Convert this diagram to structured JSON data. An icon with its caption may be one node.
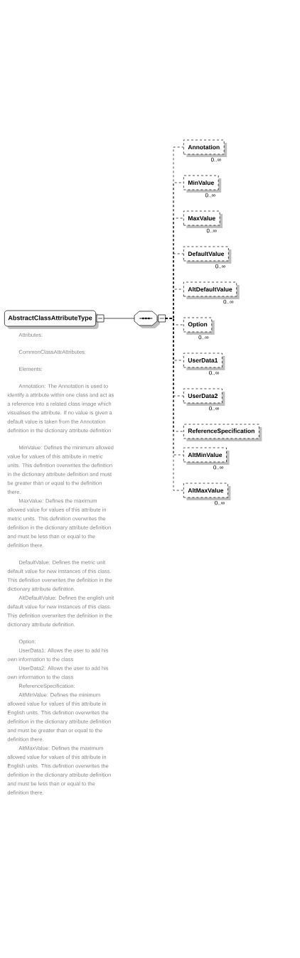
{
  "diagram": {
    "nodes": [
      {
        "text": [
          "AbstractClassAttributeType"
        ],
        "beside": [
          "Attributes:",
          "CommonClassAttrAttributes:",
          "Elements:",
          "Annotation: The Annotation is used to identify a attribute within one class and act as a reference into a related class image which visualises the attribute. If no value is given a default value is taken from the Annotation definition in the dictionary attribute definition",
          "MinValue: Defines the minimum allowed value for values of this attribute in metric units. This definition overwrites the definition in the dictionary attribute definition and must be greater than or equal to the definition there.",
          "MaxValue: Defines the maximum allowed value for values of this attribute in metric units. This definition overwrites the definition in the dictionary attribute definition and must be less than or equal to the definition there.",
          "DefaultValue: Defines the metric unit default value for new instances of this class. This definition overwrites the definition in the dictionary attribute definition.",
          "AltDefaultValue: Defines the english unit default value for new instances of this class. This definition overwrites the definition in the dictionary attribute definition.",
          "Option:",
          "UserData1: Allows the user to add his own information to the class",
          "UserData2: Allows the user to add his own information to the class",
          "ReferenceSpecification:",
          "AltMinValue: Defines the minimum allowed value for values of this attribute in English units. This definition overwrites the definition in the dictionary attribute definition and must be greater than or equal to the definition there.",
          "AltMaxValue: Defines the maximum allowed value for values of this attribute in English units. This definition overwrites the definition in the dictionary attribute definition and must be less than or equal to the definition there."
        ]
      },
      {
        "text": [],
        "shape": "octagon"
      },
      {
        "text": [
          "Annotation"
        ],
        "beside": [
          "0..∞"
        ]
      },
      {
        "text": [
          "MinValue"
        ],
        "beside": [
          "0..∞"
        ]
      },
      {
        "text": [
          "MaxValue"
        ],
        "beside": [
          "0..∞"
        ]
      },
      {
        "text": [
          "DefaultValue"
        ],
        "beside": [
          "0..∞"
        ]
      },
      {
        "text": [
          "AltDefaultValue"
        ],
        "beside": [
          "0..∞"
        ]
      },
      {
        "text": [
          "Option"
        ],
        "beside": [
          "0..∞"
        ]
      },
      {
        "text": [
          "UserData1"
        ],
        "beside": [
          "0..∞"
        ]
      },
      {
        "text": [
          "UserData2"
        ],
        "beside": [
          "0..∞"
        ]
      },
      {
        "text": [
          "ReferenceSpecification"
        ]
      },
      {
        "text": [
          "AltMinValue"
        ],
        "beside": [
          "0..∞"
        ]
      },
      {
        "text": [
          "AltMaxValue"
        ],
        "beside": [
          "0..∞"
        ]
      }
    ],
    "edges": [
      {
        "from": 0,
        "to": 1,
        "arrow": "none"
      },
      {
        "from": 1,
        "to": 2,
        "arrow": "none",
        "style": "dashed"
      },
      {
        "from": 1,
        "to": 3,
        "arrow": "none",
        "style": "dashed"
      },
      {
        "from": 1,
        "to": 4,
        "arrow": "none",
        "style": "dashed"
      },
      {
        "from": 1,
        "to": 5,
        "arrow": "none",
        "style": "dashed"
      },
      {
        "from": 1,
        "to": 6,
        "arrow": "none",
        "style": "dashed"
      },
      {
        "from": 1,
        "to": 7,
        "arrow": "none",
        "style": "dashed"
      },
      {
        "from": 1,
        "to": 8,
        "arrow": "none",
        "style": "dashed"
      },
      {
        "from": 1,
        "to": 9,
        "arrow": "none",
        "style": "dashed"
      },
      {
        "from": 1,
        "to": 10,
        "arrow": "none",
        "style": "dashed"
      },
      {
        "from": 1,
        "to": 11,
        "arrow": "none",
        "style": "dashed"
      },
      {
        "from": 1,
        "to": 12,
        "arrow": "none",
        "style": "dashed"
      }
    ]
  }
}
